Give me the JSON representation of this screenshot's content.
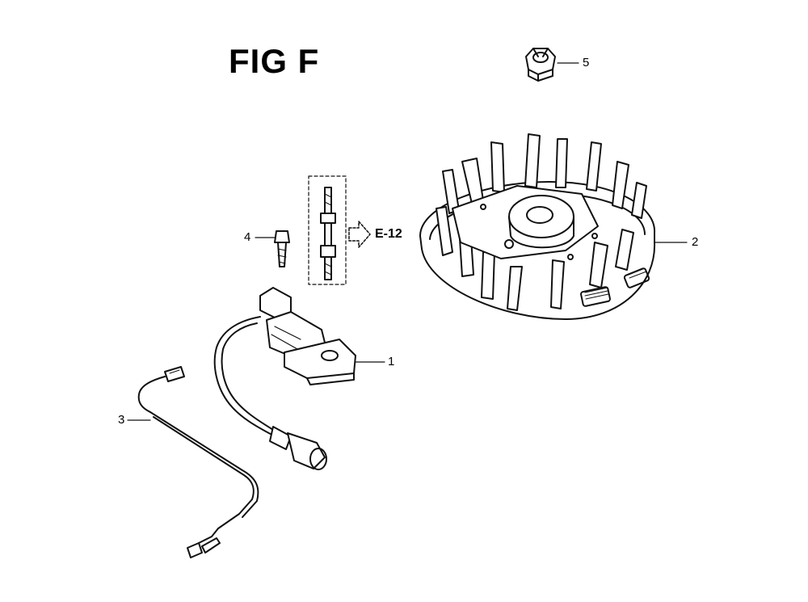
{
  "figure": {
    "title": "FIG F"
  },
  "callouts": [
    {
      "number": "1",
      "part": "ignition-coil"
    },
    {
      "number": "2",
      "part": "flywheel"
    },
    {
      "number": "3",
      "part": "stop-switch-wire"
    },
    {
      "number": "4",
      "part": "coil-bolt"
    },
    {
      "number": "5",
      "part": "flywheel-nut"
    }
  ],
  "cross_reference": {
    "label": "E-12"
  }
}
